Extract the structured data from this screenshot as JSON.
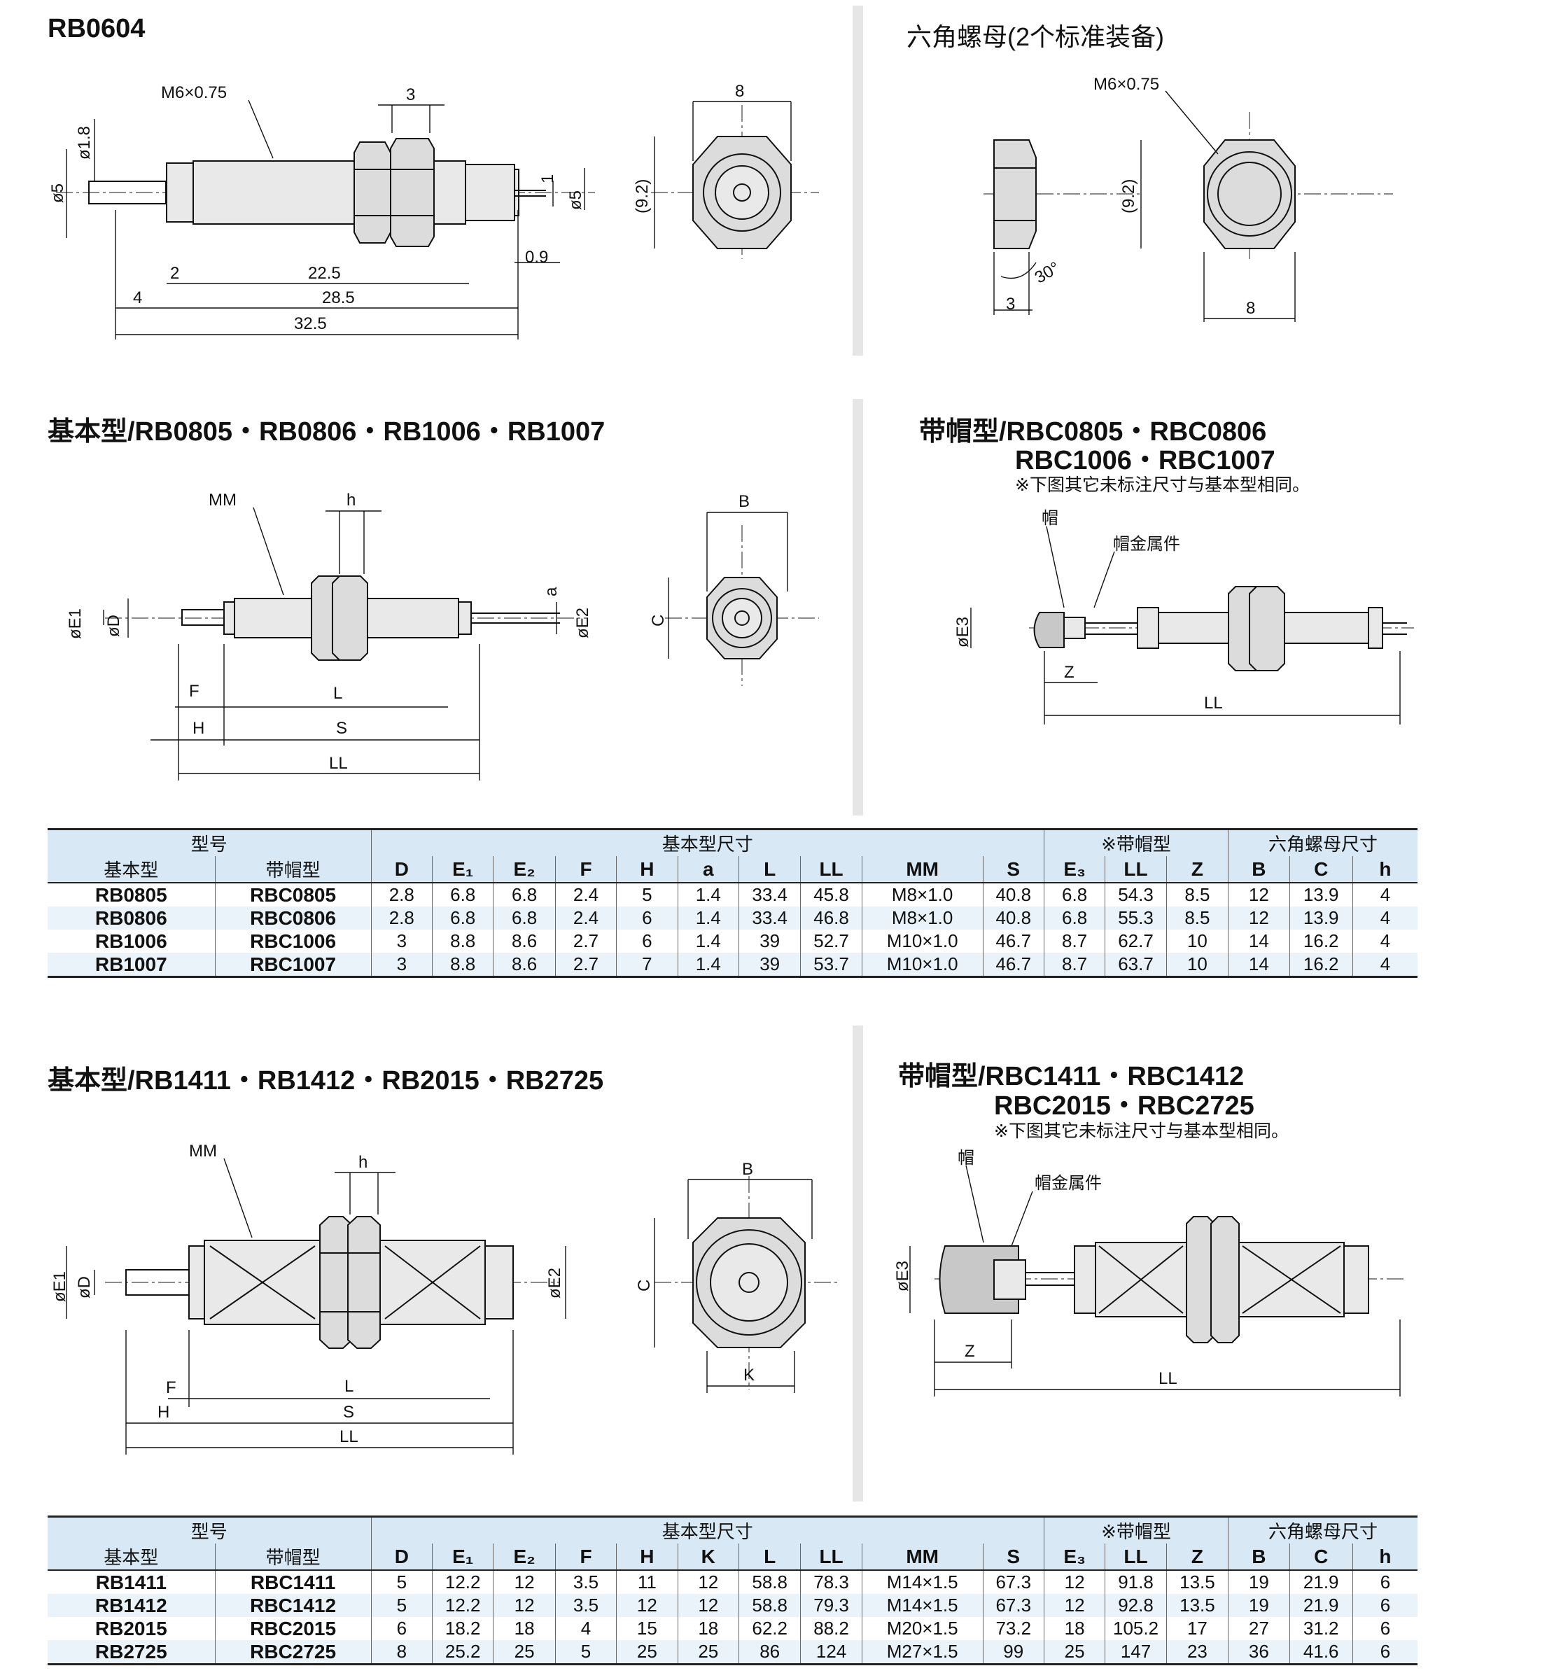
{
  "sections": {
    "rb0604": {
      "title": "RB0604"
    },
    "nut": {
      "title": "六角螺母(2个标准装备)"
    },
    "basic_small": {
      "title": "基本型/RB0805・RB0806・RB1006・RB1007"
    },
    "cap_small": {
      "title_line1": "带帽型/RBC0805・RBC0806",
      "title_line2": "RBC1006・RBC1007",
      "note": "※下图其它未标注尺寸与基本型相同。"
    },
    "basic_large": {
      "title": "基本型/RB1411・RB1412・RB2015・RB2725"
    },
    "cap_large": {
      "title_line1": "带帽型/RBC1411・RBC1412",
      "title_line2": "RBC2015・RBC2725",
      "note": "※下图其它未标注尺寸与基本型相同。"
    }
  },
  "drawing_labels": {
    "rb0604": {
      "thread": "M6×0.75",
      "d_rod": "ø1.8",
      "d_left": "ø5",
      "d_right": "ø5",
      "one": "1",
      "three": "3",
      "two": "2",
      "d22_5": "22.5",
      "d28_5": "28.5",
      "d32_5": "32.5",
      "four": "4",
      "d0_9": "0.9",
      "width": "8",
      "height": "(9.2)"
    },
    "nut": {
      "thread": "M6×0.75",
      "height_left": "(9.2)",
      "thickness": "3",
      "angle": "30°",
      "width": "8"
    },
    "basic_small": {
      "mm": "MM",
      "h": "h",
      "a": "a",
      "e1": "øE1",
      "d": "øD",
      "e2": "øE2",
      "f": "F",
      "l": "L",
      "hh": "H",
      "s": "S",
      "ll": "LL",
      "b": "B",
      "c": "C"
    },
    "cap_small": {
      "cap": "帽",
      "cap_metal": "帽金属件",
      "e3": "øE3",
      "z": "Z",
      "ll": "LL"
    },
    "basic_large": {
      "mm": "MM",
      "h": "h",
      "e1": "øE1",
      "d": "øD",
      "e2": "øE2",
      "f": "F",
      "l": "L",
      "hh": "H",
      "s": "S",
      "ll": "LL",
      "b": "B",
      "c": "C",
      "k": "K"
    },
    "cap_large": {
      "cap": "帽",
      "cap_metal": "帽金属件",
      "e3": "øE3",
      "z": "Z",
      "ll": "LL"
    }
  },
  "table1": {
    "group_model": "型号",
    "group_basic": "基本型尺寸",
    "group_cap": "※带帽型",
    "group_nut": "六角螺母尺寸",
    "col_basic": "基本型",
    "col_cap": "带帽型",
    "basic_cols": [
      "D",
      "E₁",
      "E₂",
      "F",
      "H",
      "a",
      "L",
      "LL",
      "MM",
      "S"
    ],
    "cap_cols": [
      "E₃",
      "LL",
      "Z"
    ],
    "nut_cols": [
      "B",
      "C",
      "h"
    ],
    "rows": [
      [
        "RB0805",
        "RBC0805",
        "2.8",
        "6.8",
        "6.8",
        "2.4",
        "5",
        "1.4",
        "33.4",
        "45.8",
        "M8×1.0",
        "40.8",
        "6.8",
        "54.3",
        "8.5",
        "12",
        "13.9",
        "4"
      ],
      [
        "RB0806",
        "RBC0806",
        "2.8",
        "6.8",
        "6.8",
        "2.4",
        "6",
        "1.4",
        "33.4",
        "46.8",
        "M8×1.0",
        "40.8",
        "6.8",
        "55.3",
        "8.5",
        "12",
        "13.9",
        "4"
      ],
      [
        "RB1006",
        "RBC1006",
        "3",
        "8.8",
        "8.6",
        "2.7",
        "6",
        "1.4",
        "39",
        "52.7",
        "M10×1.0",
        "46.7",
        "8.7",
        "62.7",
        "10",
        "14",
        "16.2",
        "4"
      ],
      [
        "RB1007",
        "RBC1007",
        "3",
        "8.8",
        "8.6",
        "2.7",
        "7",
        "1.4",
        "39",
        "53.7",
        "M10×1.0",
        "46.7",
        "8.7",
        "63.7",
        "10",
        "14",
        "16.2",
        "4"
      ]
    ]
  },
  "table2": {
    "group_model": "型号",
    "group_basic": "基本型尺寸",
    "group_cap": "※带帽型",
    "group_nut": "六角螺母尺寸",
    "col_basic": "基本型",
    "col_cap": "带帽型",
    "basic_cols": [
      "D",
      "E₁",
      "E₂",
      "F",
      "H",
      "K",
      "L",
      "LL",
      "MM",
      "S"
    ],
    "cap_cols": [
      "E₃",
      "LL",
      "Z"
    ],
    "nut_cols": [
      "B",
      "C",
      "h"
    ],
    "rows": [
      [
        "RB1411",
        "RBC1411",
        "5",
        "12.2",
        "12",
        "3.5",
        "11",
        "12",
        "58.8",
        "78.3",
        "M14×1.5",
        "67.3",
        "12",
        "91.8",
        "13.5",
        "19",
        "21.9",
        "6"
      ],
      [
        "RB1412",
        "RBC1412",
        "5",
        "12.2",
        "12",
        "3.5",
        "12",
        "12",
        "58.8",
        "79.3",
        "M14×1.5",
        "67.3",
        "12",
        "92.8",
        "13.5",
        "19",
        "21.9",
        "6"
      ],
      [
        "RB2015",
        "RBC2015",
        "6",
        "18.2",
        "18",
        "4",
        "15",
        "18",
        "62.2",
        "88.2",
        "M20×1.5",
        "73.2",
        "18",
        "105.2",
        "17",
        "27",
        "31.2",
        "6"
      ],
      [
        "RB2725",
        "RBC2725",
        "8",
        "25.2",
        "25",
        "5",
        "25",
        "25",
        "86",
        "124",
        "M27×1.5",
        "99",
        "25",
        "147",
        "23",
        "36",
        "41.6",
        "6"
      ]
    ]
  }
}
